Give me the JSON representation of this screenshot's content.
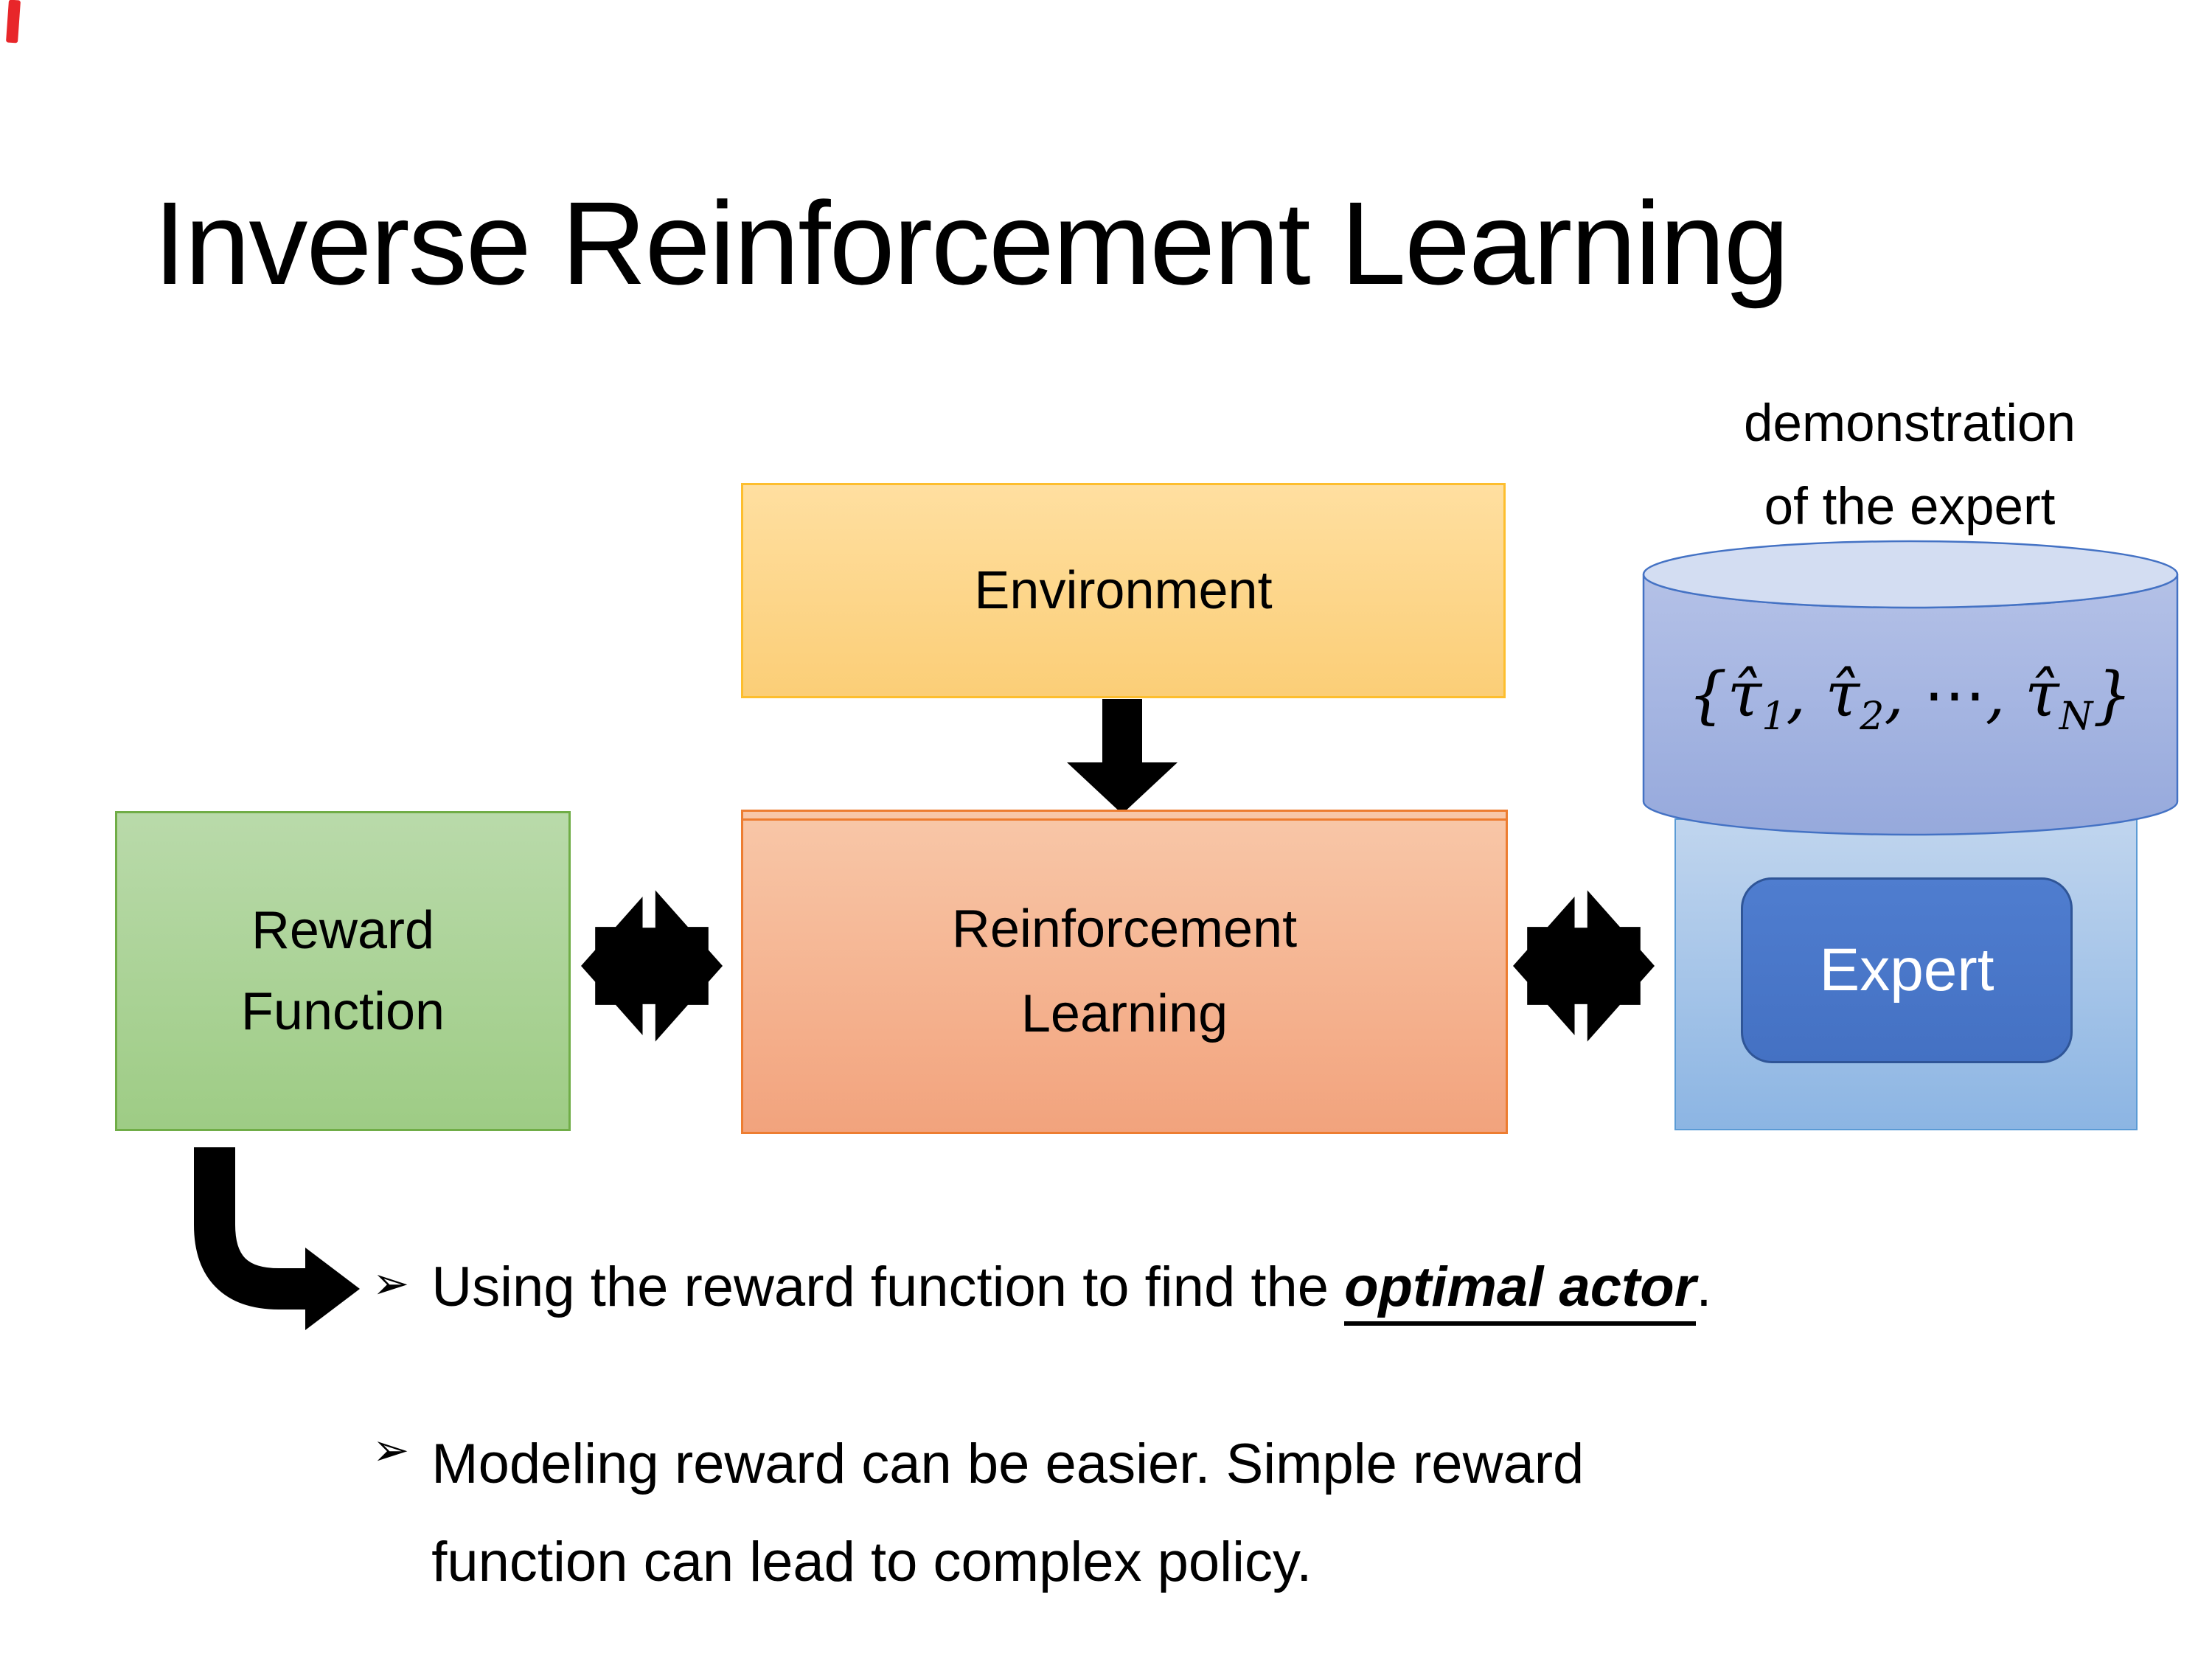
{
  "slide": {
    "title": "Inverse Reinforcement Learning",
    "background": "#FFFFFF",
    "red_mark_color": "#E8262A"
  },
  "diagram": {
    "demo_label": {
      "line1": "demonstration",
      "line2": "of the expert"
    },
    "environment": {
      "label": "Environment",
      "fill": "#FBCE77",
      "border": "#FFC000"
    },
    "reward_function": {
      "line1": "Reward",
      "line2": "Function",
      "fill": "#A9D18E",
      "border": "#70AD47"
    },
    "reinforcement_learning": {
      "line1": "Reinforcement",
      "line2": "Learning",
      "fill": "#F4A97F",
      "border": "#ED7D31"
    },
    "expert_container": {
      "fill": "#9DC3E6",
      "border": "#5B9BD5"
    },
    "expert": {
      "label": "Expert",
      "fill": "#4472C4",
      "border": "#2F5597",
      "text_color": "#FFFFFF"
    },
    "cylinder": {
      "fill": "#A5B5E0",
      "top_fill": "#D3DDF2",
      "border": "#4472C4",
      "math": {
        "open": "{",
        "tau1": "τ̂",
        "sub1": "1",
        "sep1": ", ",
        "tau2": "τ̂",
        "sub2": "2",
        "sep2": ", ",
        "dots": "⋯",
        "sep3": ", ",
        "tauN": "τ̂",
        "subN": "N",
        "close": "}"
      }
    },
    "arrow_color": "#000000"
  },
  "bullets": {
    "marker": "➢",
    "item1": {
      "pre": "Using the reward function to find the ",
      "highlight": "optimal actor",
      "post": "."
    },
    "item2": {
      "line1": "Modeling reward can be easier. Simple reward",
      "line2": "function can lead to complex policy."
    }
  }
}
